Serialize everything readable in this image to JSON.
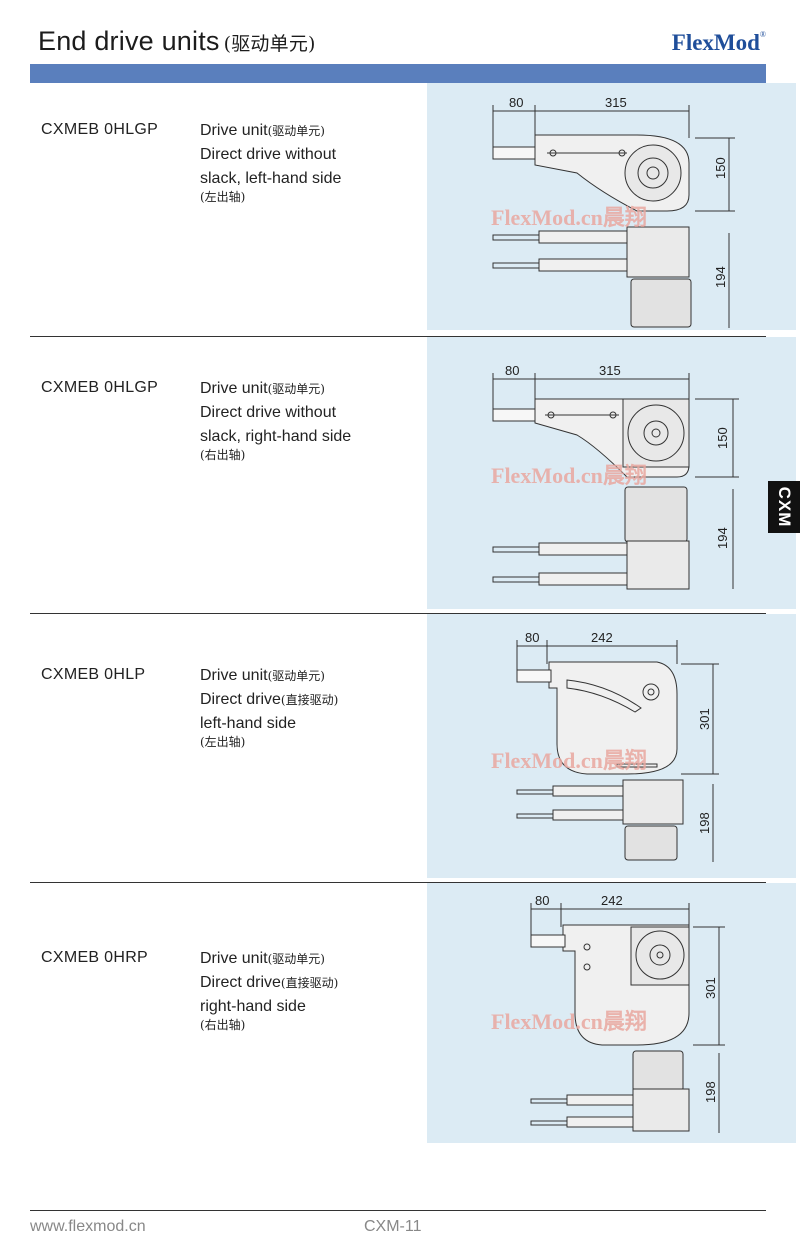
{
  "header": {
    "title": "End drive units",
    "title_cn": "(驱动单元)",
    "brand": "FlexMod",
    "brand_mark": "®"
  },
  "side_tab": "CXM",
  "watermark": "FlexMod.cn晨翔",
  "products": [
    {
      "code": "CXMEB  0HLGP",
      "unit_label": "Drive unit",
      "unit_cn": "(驱动单元)",
      "line2": "Direct drive without",
      "line2_cn": "",
      "line3": "slack, left-hand side",
      "side_cn": "(左出轴)",
      "dims": {
        "a": "80",
        "b": "315",
        "c": "150",
        "d": "194"
      }
    },
    {
      "code": "CXMEB  0HLGP",
      "unit_label": "Drive unit",
      "unit_cn": "(驱动单元)",
      "line2": "Direct drive without",
      "line2_cn": "",
      "line3": "slack, right-hand side",
      "side_cn": "(右出轴)",
      "dims": {
        "a": "80",
        "b": "315",
        "c": "150",
        "d": "194"
      }
    },
    {
      "code": "CXMEB  0HLP",
      "unit_label": "Drive unit",
      "unit_cn": "(驱动单元)",
      "line2": "Direct drive",
      "line2_cn": "(直接驱动)",
      "line3": "left-hand side",
      "side_cn": "(左出轴)",
      "dims": {
        "a": "80",
        "b": "242",
        "c": "301",
        "d": "198"
      }
    },
    {
      "code": "CXMEB  0HRP",
      "unit_label": "Drive unit",
      "unit_cn": "(驱动单元)",
      "line2": "Direct drive",
      "line2_cn": "(直接驱动)",
      "line3": "right-hand side",
      "side_cn": "(右出轴)",
      "dims": {
        "a": "80",
        "b": "242",
        "c": "301",
        "d": "198"
      }
    }
  ],
  "footer": {
    "url": "www.flexmod.cn",
    "page": "CXM-11"
  }
}
